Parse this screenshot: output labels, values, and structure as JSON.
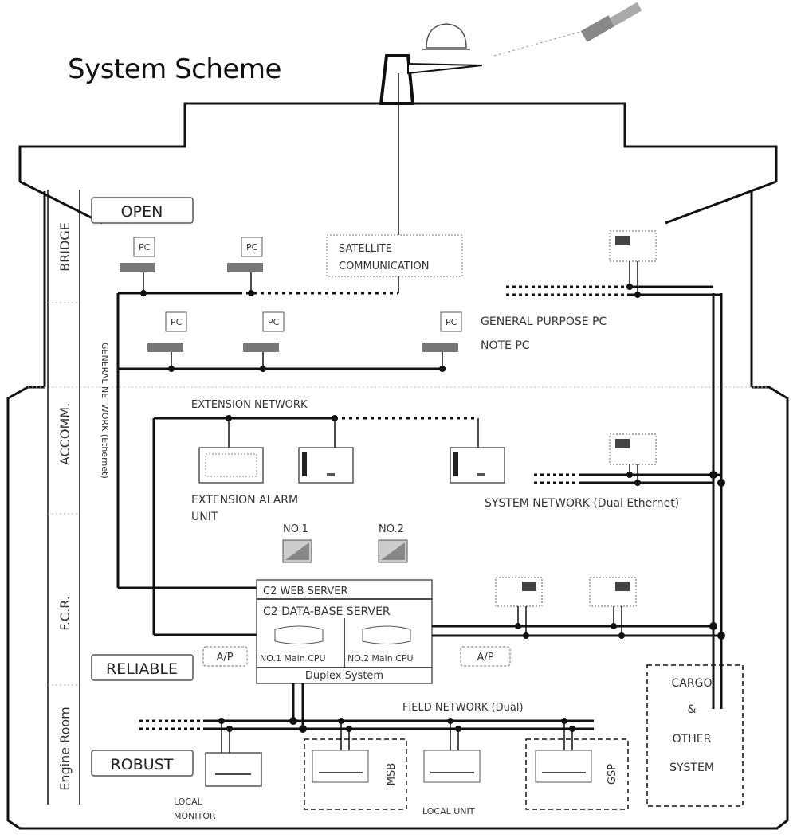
{
  "title": "System Scheme",
  "zones": [
    "BRIDGE",
    "ACCOMM.",
    "F.C.R.",
    "Engine Room"
  ],
  "tags": {
    "open": "OPEN",
    "reliable": "RELIABLE",
    "robust": "ROBUST"
  },
  "satellite": {
    "line1": "SATELLITE",
    "line2": "COMMUNICATION"
  },
  "pc_labels": {
    "pc": "PC",
    "general_purpose": "GENERAL PURPOSE PC",
    "note_pc": "NOTE PC"
  },
  "networks": {
    "general": "GENERAL NETWORK (Ethernet)",
    "extension": "EXTENSION NETWORK",
    "system": "SYSTEM NETWORK (Dual Ethernet)",
    "field": "FIELD NETWORK (Dual)"
  },
  "extension_alarm": {
    "line1": "EXTENSION ALARM",
    "line2": "UNIT"
  },
  "printers": {
    "no1": "NO.1",
    "no2": "NO.2"
  },
  "servers": {
    "web": "C2 WEB SERVER",
    "database": "C2 DATA-BASE SERVER",
    "no1": "NO.1 Main CPU",
    "no2": "NO.2 Main CPU",
    "duplex": "Duplex System"
  },
  "ap_label": "A/P",
  "cabinets": {
    "msb": "MSB",
    "gsp": "GSP"
  },
  "local": {
    "monitor_line1": "LOCAL",
    "monitor_line2": "MONITOR",
    "unit": "LOCAL UNIT"
  },
  "cargo": {
    "line1": "CARGO",
    "line2": "&",
    "line3": "OTHER",
    "line4": "SYSTEM"
  }
}
